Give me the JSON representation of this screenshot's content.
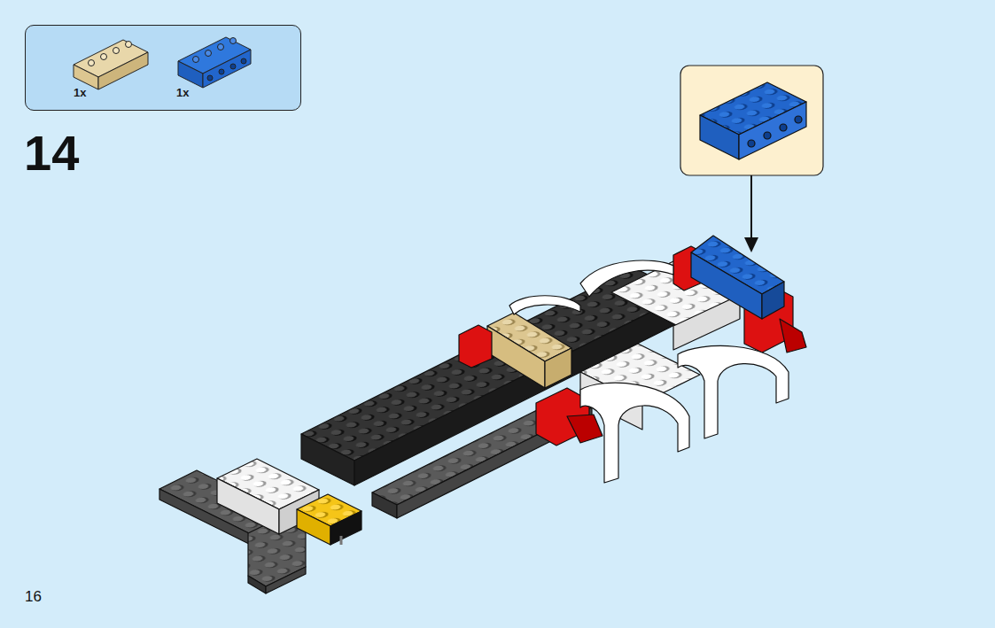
{
  "diagram": {
    "nodes": [
      {
        "text": [
          "1x",
          "1x"
        ]
      }
    ],
    "labels": [
      "14",
      "16"
    ]
  }
}
